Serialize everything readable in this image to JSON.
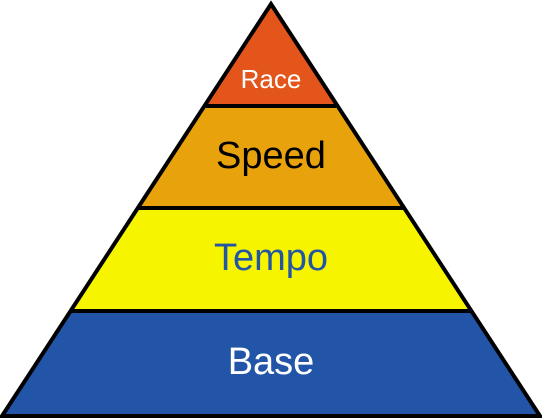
{
  "diagram": {
    "tiers": [
      {
        "label": "Race",
        "fill": "#E3551A",
        "text_color": "#FFFFFF"
      },
      {
        "label": "Speed",
        "fill": "#E8A20C",
        "text_color": "#000000"
      },
      {
        "label": "Tempo",
        "fill": "#F7F400",
        "text_color": "#2255A4"
      },
      {
        "label": "Base",
        "fill": "#2255A8",
        "text_color": "#FFFFFF"
      }
    ],
    "outline_color": "#000000"
  }
}
